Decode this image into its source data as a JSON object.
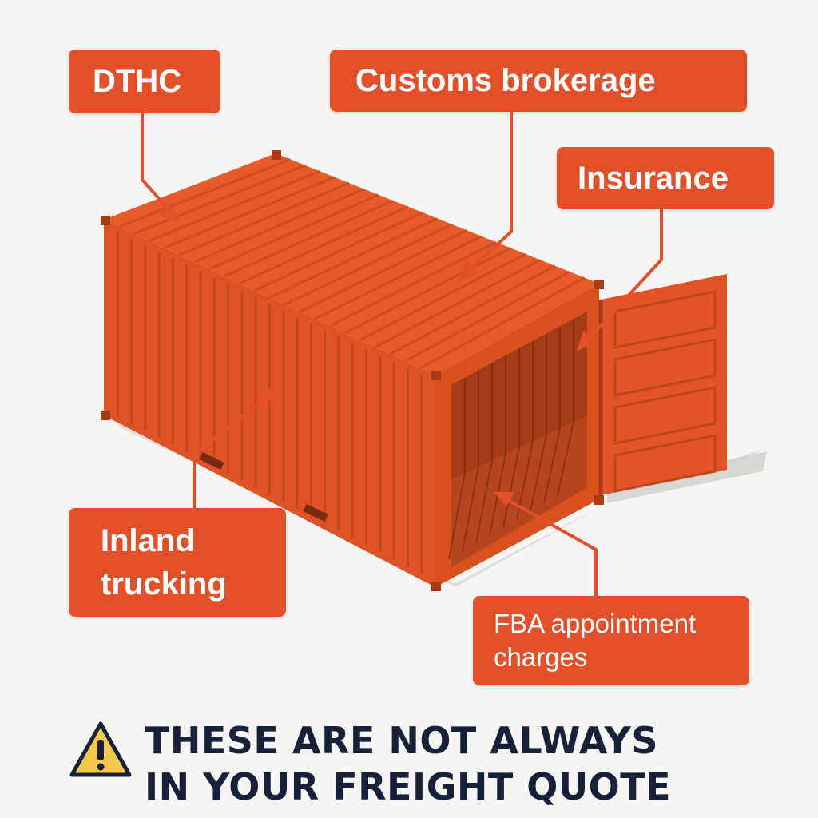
{
  "labels": {
    "dthc": "DTHC",
    "customs_brokerage": "Customs brokerage",
    "insurance": "Insurance",
    "inland_trucking": "Inland\ntrucking",
    "fba_appointment": "FBA appointment\ncharges"
  },
  "warning": {
    "text": "THESE ARE NOT ALWAYS\nIN YOUR FREIGHT QUOTE",
    "icon": "warning-triangle-icon"
  },
  "colors": {
    "label_bg": "#e2502a",
    "container": "#e4582a",
    "container_dark": "#c9461f",
    "warning_text": "#17213a",
    "warning_icon": "#f2c94c"
  }
}
